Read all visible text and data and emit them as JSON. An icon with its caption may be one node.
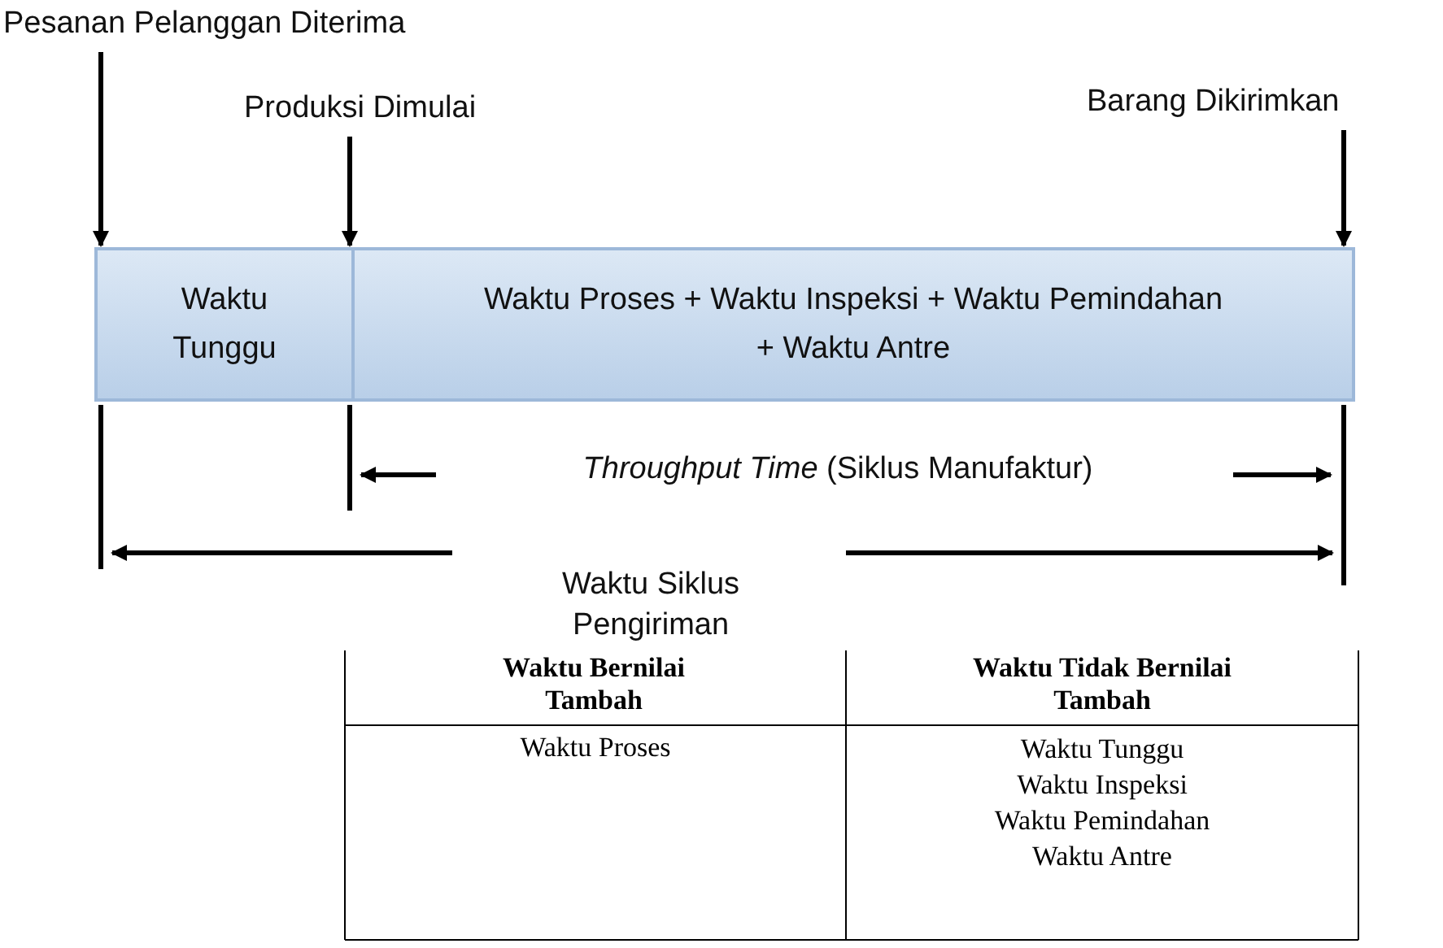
{
  "diagram": {
    "nodes": [
      {
        "text": [
          "Pesanan Pelanggan Diterima"
        ]
      },
      {
        "text": [
          "Produksi Dimulai"
        ]
      },
      {
        "text": [
          "Barang Dikirimkan"
        ]
      },
      {
        "text": [
          "Waktu Tunggu"
        ]
      },
      {
        "text": [
          "Waktu Proses + Waktu Inspeksi + Waktu Pemindahan + Waktu Antre"
        ]
      }
    ],
    "edges": [
      {
        "from": 0,
        "to": 3,
        "arrow": "to"
      },
      {
        "from": 1,
        "to": 4,
        "arrow": "to"
      },
      {
        "from": 2,
        "to": 4,
        "arrow": "to"
      }
    ],
    "labels": [
      "*Throughput Time* (Siklus Manufaktur)",
      "Waktu Siklus Pengiriman",
      "Waktu Bernilai Tambah",
      "Waktu Tidak Bernilai Tambah",
      "Waktu Proses",
      "Waktu Tunggu",
      "Waktu Inspeksi",
      "Waktu Pemindahan",
      "Waktu Antre"
    ]
  }
}
